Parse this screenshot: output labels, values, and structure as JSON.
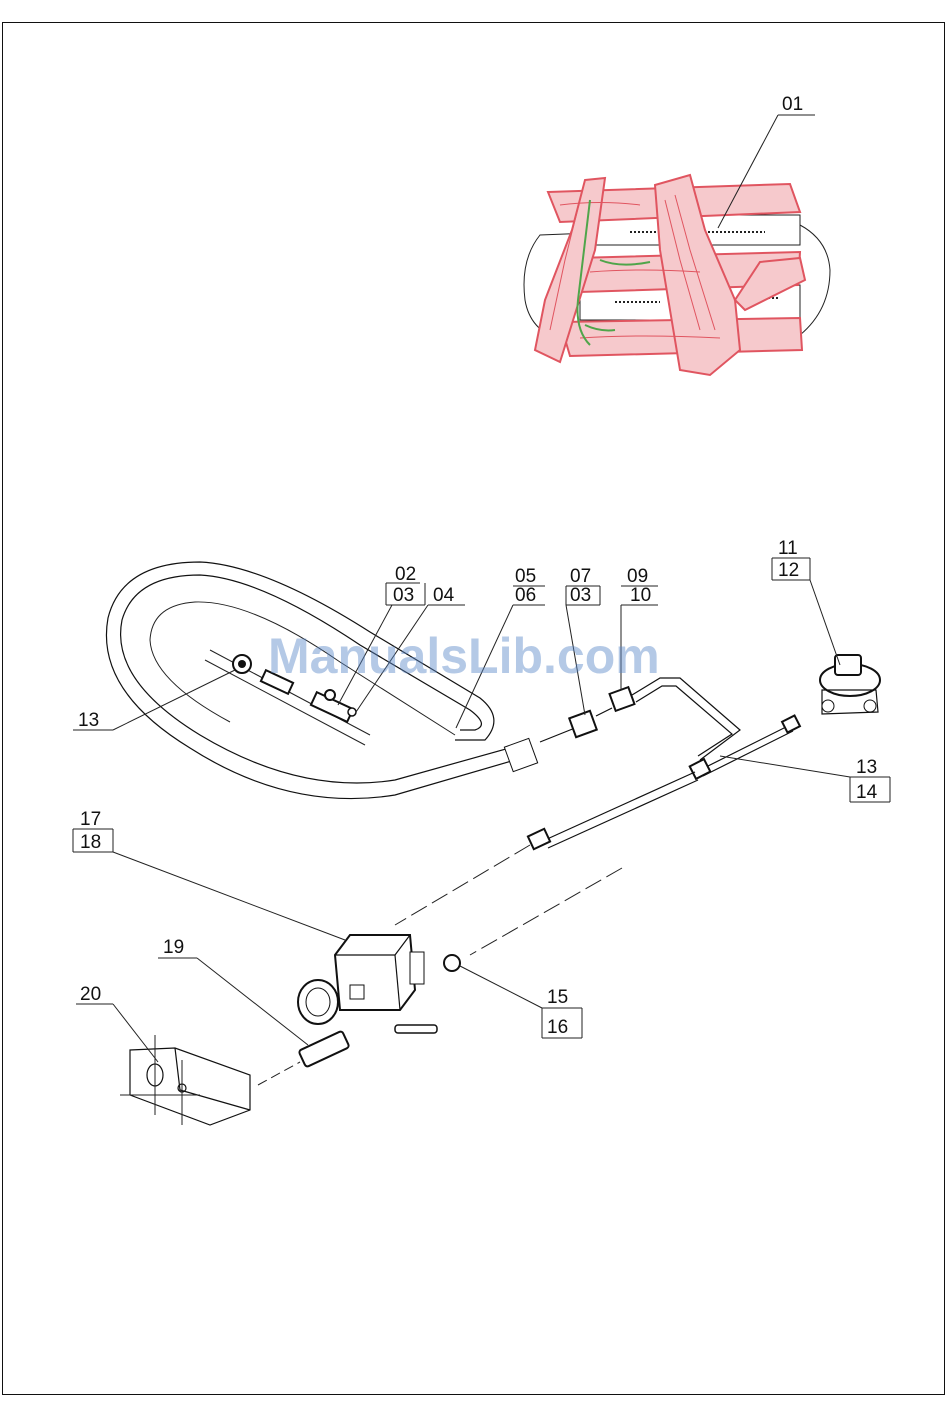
{
  "watermark": "ManualsLib.com",
  "callouts": {
    "c01": "01",
    "c02": "02",
    "c03a": "03",
    "c04": "04",
    "c05": "05",
    "c06": "06",
    "c07": "07",
    "c03b": "03",
    "c09": "09",
    "c10": "10",
    "c11": "11",
    "c12": "12",
    "c13a": "13",
    "c13b": "13",
    "c14": "14",
    "c15": "15",
    "c16": "16",
    "c17": "17",
    "c18": "18",
    "c19": "19",
    "c20": "20"
  },
  "colors": {
    "logs": "#e05560",
    "logs_fill": "#f6c9cc",
    "ember": "#4fa54a",
    "line": "#111111",
    "watermark": "#5a88c8"
  }
}
